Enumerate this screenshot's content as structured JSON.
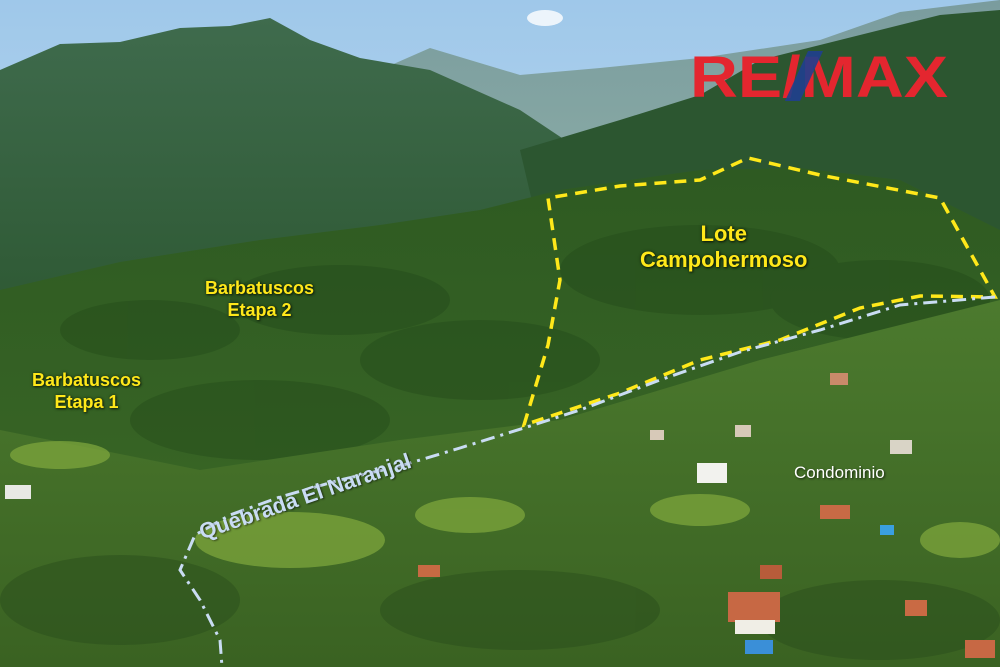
{
  "labels": {
    "etapa1_line1": "Barbatuscos",
    "etapa1_line2": "Etapa 1",
    "etapa2_line1": "Barbatuscos",
    "etapa2_line2": "Etapa 2",
    "lote_line1": "Lote",
    "lote_line2": "Campohermoso",
    "condominio": "Condominio",
    "quebrada": "Quebrada El Naranjal"
  },
  "logo": {
    "text": "RE/MAX",
    "color": "#e4262f",
    "slash_color": "#1f3f8f"
  },
  "colors": {
    "boundary_dash": "#ffe81a",
    "stream_dash": "#c9dcf3",
    "label_yellow": "#ffe81a"
  }
}
